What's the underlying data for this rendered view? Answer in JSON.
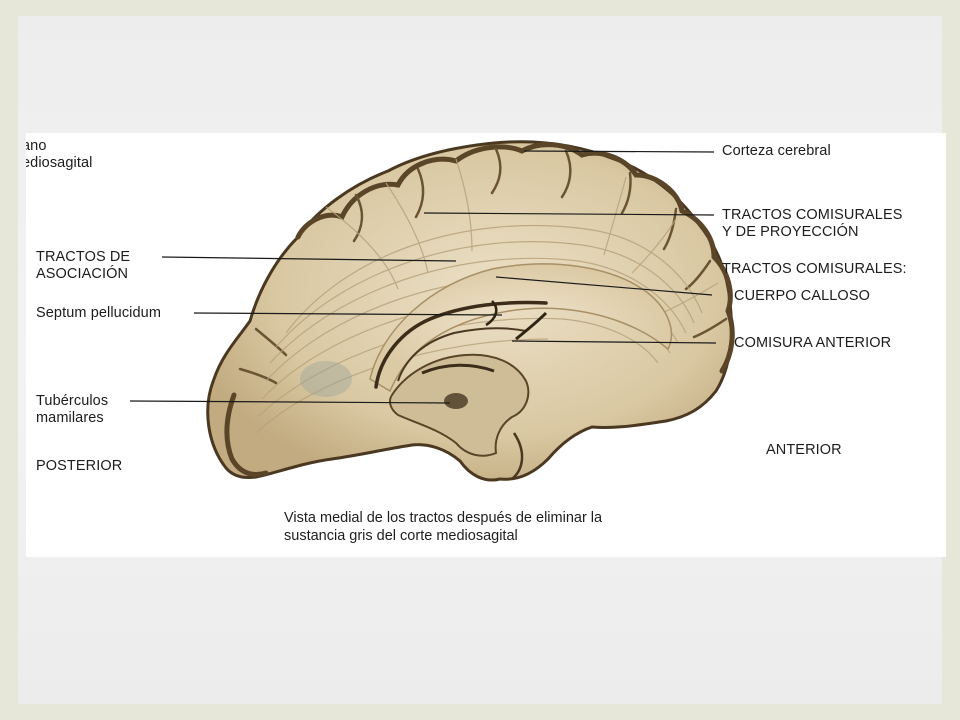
{
  "labels": {
    "plano_line1": "ano",
    "plano_line2": "ediosagital",
    "corteza": "Corteza cerebral",
    "tractos_comisurales_proyeccion_1": "TRACTOS COMISURALES",
    "tractos_comisurales_proyeccion_2": "Y DE PROYECCIÓN",
    "tractos_asociacion_1": "TRACTOS DE",
    "tractos_asociacion_2": "ASOCIACIÓN",
    "tractos_comisurales": "TRACTOS COMISURALES:",
    "cuerpo_calloso": "CUERPO CALLOSO",
    "septum": "Septum pellucidum",
    "comisura_anterior": "COMISURA ANTERIOR",
    "tuberculos_1": "Tubérculos",
    "tuberculos_2": "mamilares",
    "posterior": "POSTERIOR",
    "anterior": "ANTERIOR"
  },
  "caption": {
    "line1": "Vista medial de los tractos después de eliminar la",
    "line2": "sustancia gris del corte mediosagital"
  },
  "colors": {
    "brain_base": "#d8c9a6",
    "brain_light": "#e9dcc0",
    "cortex_edge": "#5a4528",
    "fiber_lines": "#b8a27c",
    "leader_lines": "#1a1a1a"
  }
}
